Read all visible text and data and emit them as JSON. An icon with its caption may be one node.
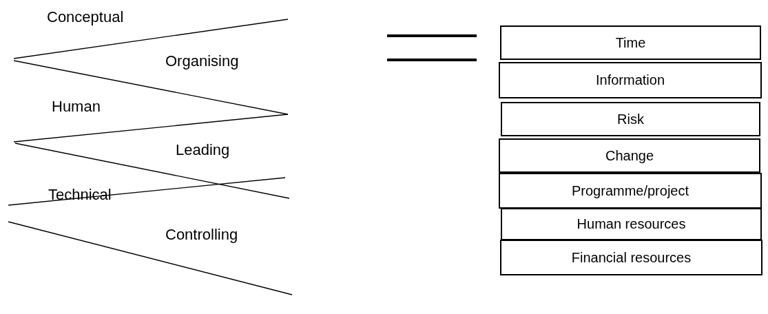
{
  "diagram": {
    "nodes": [
      {
        "text": [
          "Time"
        ]
      },
      {
        "text": [
          "Information"
        ]
      },
      {
        "text": [
          "Risk"
        ]
      },
      {
        "text": [
          "Change"
        ]
      },
      {
        "text": [
          "Programme/project"
        ]
      },
      {
        "text": [
          "Human resources"
        ]
      },
      {
        "text": [
          "Financial resources"
        ]
      }
    ],
    "labels": [
      "Conceptual",
      "Organising",
      "Human",
      "Leading",
      "Technical",
      "Controlling"
    ]
  }
}
